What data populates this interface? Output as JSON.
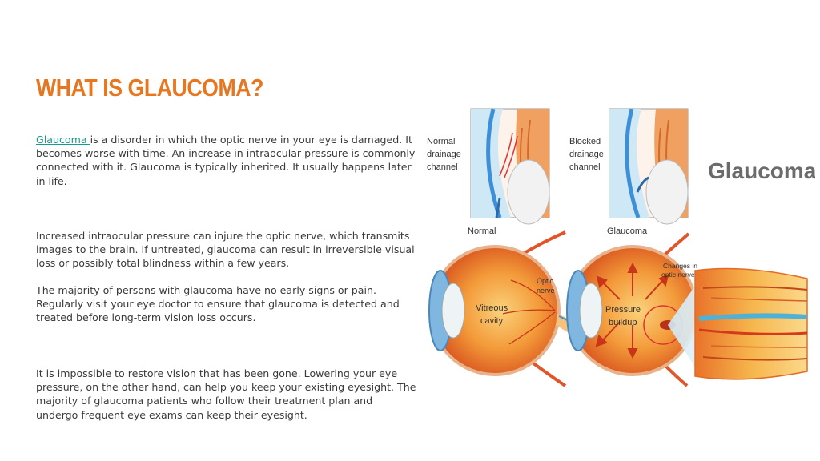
{
  "slide": {
    "title": "WHAT IS GLAUCOMA?",
    "paragraph1": {
      "link_text": "Glaucoma ",
      "text": "is a disorder in which the optic nerve in your eye is damaged. It becomes worse with time. An increase in intraocular pressure is commonly connected with it. Glaucoma is typically inherited. It usually happens later in life."
    },
    "paragraph2": "Increased intraocular pressure can injure the optic nerve, which transmits images to the brain. If untreated, glaucoma can result in irreversible visual loss or possibly total blindness within a few years.",
    "paragraph3": "The majority of persons with glaucoma have no early signs or pain. Regularly visit your eye doctor to ensure that glaucoma is detected and treated before long-term vision loss occurs.",
    "paragraph4": "It is impossible to restore vision that has been gone. Lowering your eye pressure, on the other hand, can help you keep your existing eyesight. The majority of glaucoma patients who follow their treatment plan and undergo frequent eye exams can keep their eyesight."
  },
  "illustration": {
    "heading": "Glaucoma",
    "normal_drainage": [
      "Normal",
      "drainage",
      "channel"
    ],
    "blocked_drainage": [
      "Blocked",
      "drainage",
      "channel"
    ],
    "caption_normal": "Normal",
    "caption_glaucoma": "Glaucoma",
    "optic_nerve": [
      "Optic",
      "nerve"
    ],
    "vitreous_cavity": [
      "Vitreous",
      "cavity"
    ],
    "pressure_buildup": [
      "Pressure",
      "buildup"
    ],
    "changes_optic_nerve": [
      "Changes in",
      "optic nerve"
    ]
  }
}
